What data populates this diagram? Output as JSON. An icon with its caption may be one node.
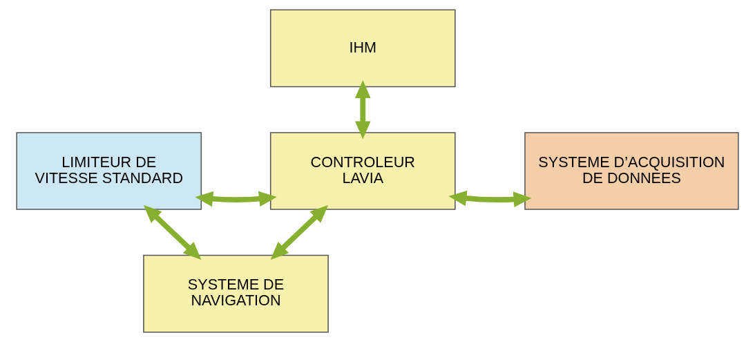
{
  "diagram": {
    "nodes": [
      {
        "text": [
          "IHM"
        ]
      },
      {
        "text": [
          "LIMITEUR DE VITESSE STANDARD"
        ]
      },
      {
        "text": [
          "CONTROLEUR LAVIA"
        ]
      },
      {
        "text": [
          "SYSTEME D’ACQUISITION DE DONNEES"
        ]
      },
      {
        "text": [
          "SYSTEME DE NAVIGATION"
        ]
      }
    ],
    "edges": [
      {
        "from": 0,
        "to": 2,
        "arrow": "both"
      },
      {
        "from": 1,
        "to": 2,
        "arrow": "both"
      },
      {
        "from": 2,
        "to": 3,
        "arrow": "both"
      },
      {
        "from": 2,
        "to": 4,
        "arrow": "both"
      },
      {
        "from": 1,
        "to": 4,
        "arrow": "both"
      }
    ]
  }
}
